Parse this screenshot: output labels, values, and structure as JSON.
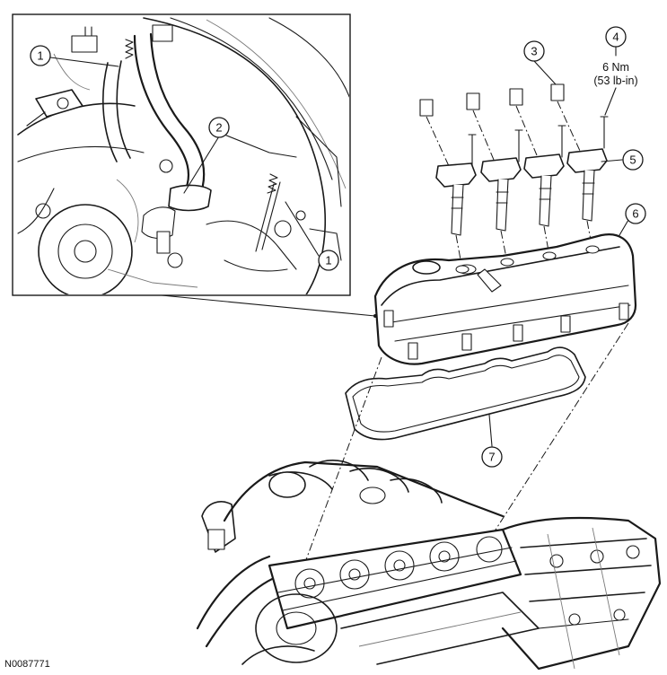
{
  "figure_id": "N0087771",
  "callouts": [
    {
      "number": "1"
    },
    {
      "number": "2"
    },
    {
      "number": "3"
    },
    {
      "number": "4"
    },
    {
      "number": "5"
    },
    {
      "number": "6"
    },
    {
      "number": "7"
    },
    {
      "number": "1"
    }
  ],
  "torque_spec": {
    "metric": "6 Nm",
    "imperial": "(53 lb-in)"
  }
}
